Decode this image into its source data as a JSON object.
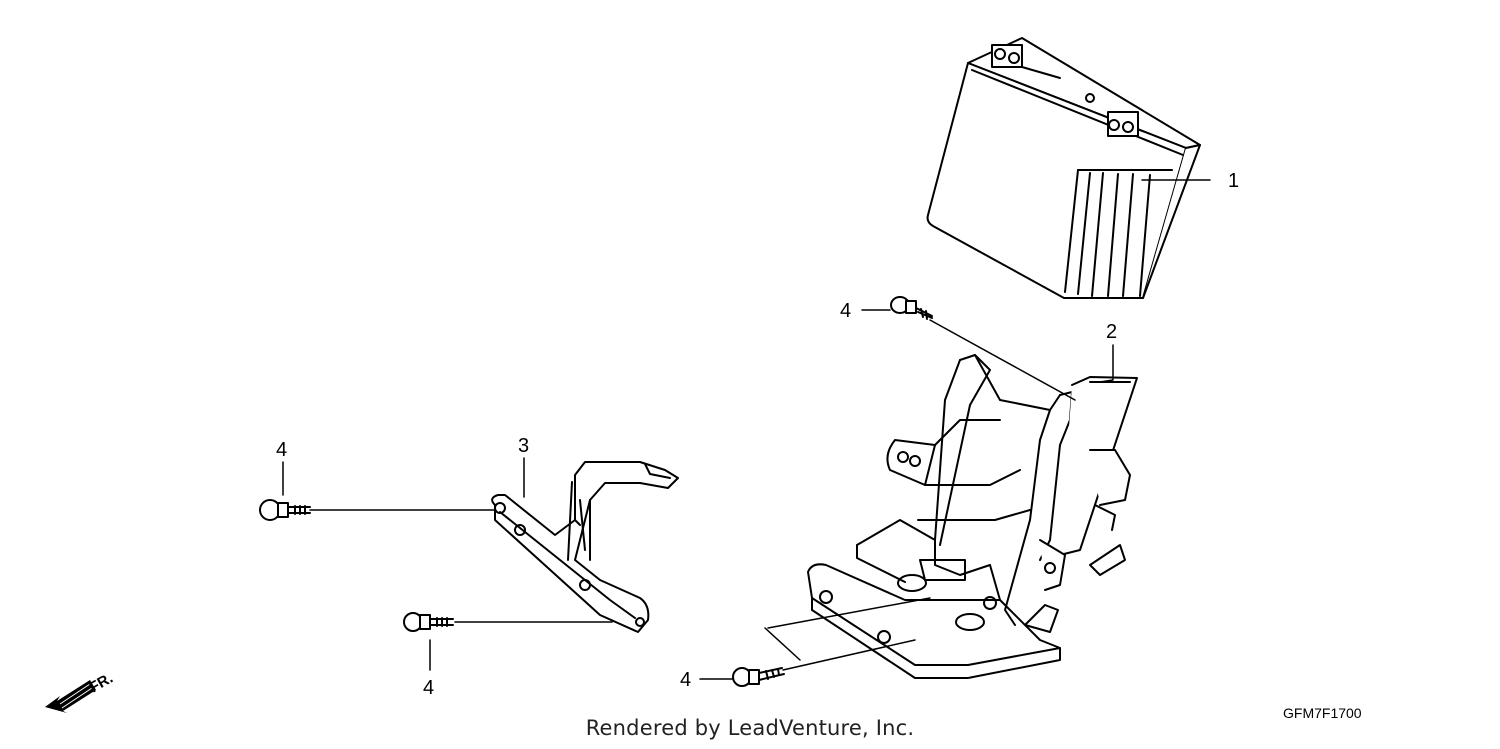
{
  "callouts": {
    "battery": "1",
    "tray": "2",
    "stay": "3",
    "bolt_top": "4",
    "bolt_left": "4",
    "bolt_lower": "4",
    "bolt_bottom": "4"
  },
  "front_indicator": "FR.",
  "diagram_code": "GFM7F1700",
  "credit": "Rendered by LeadVenture, Inc."
}
